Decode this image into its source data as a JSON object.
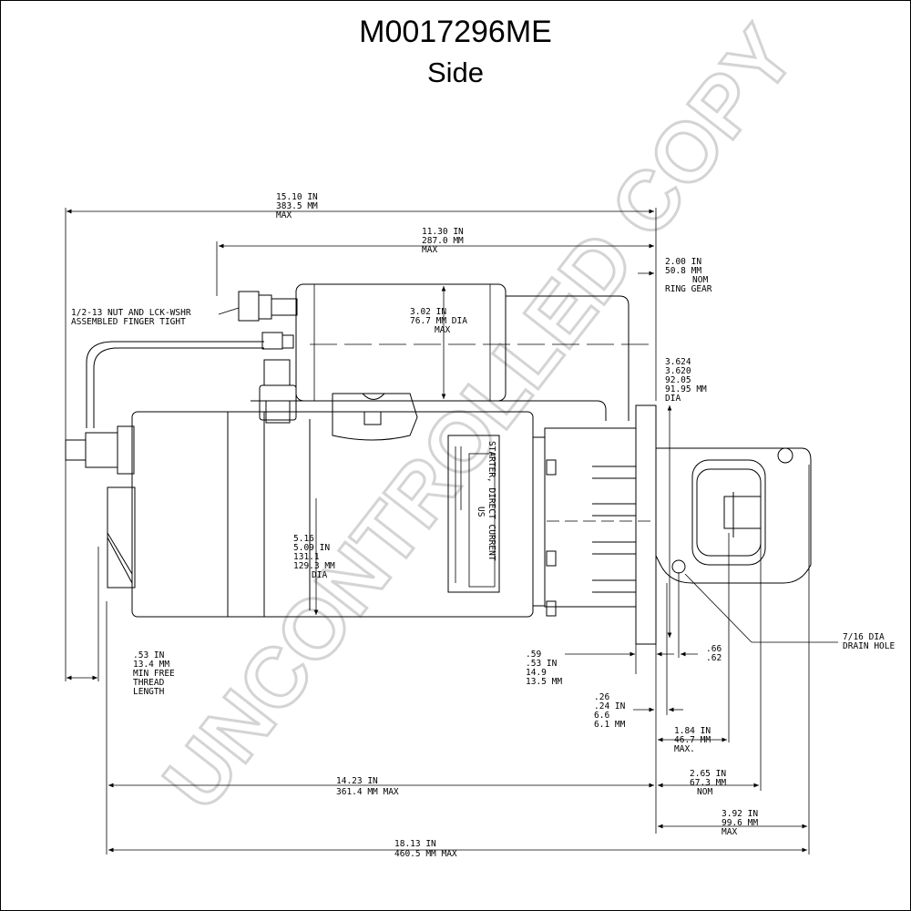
{
  "title": "M0017296ME",
  "subtitle": "Side",
  "watermark": "UNCONTROLLED COPY",
  "annotations": {
    "overall_length": [
      "15.10 IN",
      "383.5 MM",
      "MAX"
    ],
    "solenoid_length": [
      "11.30 IN",
      "287.0 MM",
      "MAX"
    ],
    "ring_gear": [
      "2.00 IN",
      "50.8 MM",
      "NOM",
      "RING GEAR"
    ],
    "nut_note": [
      "1/2-13 NUT AND LCK-WSHR",
      "ASSEMBLED FINGER TIGHT"
    ],
    "solenoid_dia": [
      "3.02 IN",
      "76.7 MM DIA",
      "MAX"
    ],
    "pilot_dia": [
      "3.624",
      "3.620",
      "92.05",
      "91.95 MM",
      "DIA"
    ],
    "motor_dia": [
      "5.16",
      "5.09 IN",
      "131.1",
      "129.3 MM",
      "DIA"
    ],
    "drain_hole": [
      "7/16 DIA",
      "DRAIN HOLE"
    ],
    "thread_length": [
      ".53 IN",
      "13.4 MM",
      "MIN FREE",
      "THREAD",
      "LENGTH"
    ],
    "flange_thickness": [
      ".59",
      ".53 IN",
      "14.9",
      "13.5 MM"
    ],
    "dim_66": [
      ".66",
      ".62"
    ],
    "dim_26": [
      ".26",
      ".24 IN",
      "6.6",
      "6.1 MM"
    ],
    "dim_184": [
      "1.84 IN",
      "46.7 MM",
      "MAX."
    ],
    "dim_265": [
      "2.65 IN",
      "67.3 MM",
      "NOM"
    ],
    "dim_392": [
      "3.92 IN",
      "99.6 MM",
      "MAX"
    ],
    "dim_1423": [
      "14.23 IN",
      "361.4 MM MAX"
    ],
    "dim_1813": [
      "18.13 IN",
      "460.5 MM MAX"
    ]
  },
  "nameplate": {
    "heading": "STARTER, DIRECT CURRENT",
    "country": "US"
  },
  "colors": {
    "line": "#000000",
    "watermark": "#d4d4d4",
    "background": "#ffffff"
  }
}
